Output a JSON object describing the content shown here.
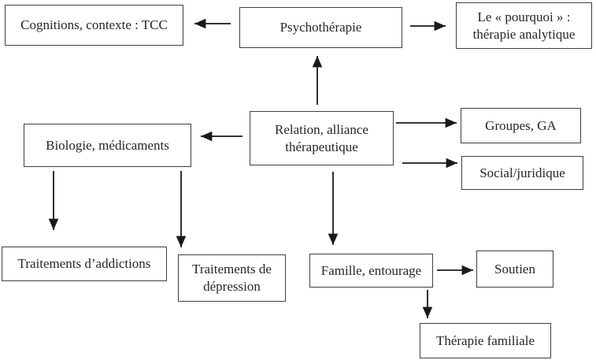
{
  "diagram": {
    "type": "flowchart",
    "language": "fr",
    "colors": {
      "background": "#ffffff",
      "box_border": "#3f3f3f",
      "arrow": "#1a1a1a",
      "text": "#262626"
    },
    "boxes": {
      "psychotherapie": {
        "label": "Psychothérapie"
      },
      "cognitions": {
        "label": "Cognitions, contexte : TCC"
      },
      "pourquoi": {
        "label": "Le « pourquoi » :\nthérapie analytique"
      },
      "relation": {
        "label": "Relation, alliance\nthérapeutique"
      },
      "biologie": {
        "label": "Biologie, médicaments"
      },
      "groupes": {
        "label": "Groupes, GA"
      },
      "social": {
        "label": "Social/juridique"
      },
      "addictions": {
        "label": "Traitements d’addictions"
      },
      "depression": {
        "label": "Traitements de\ndépression"
      },
      "famille": {
        "label": "Famille, entourage"
      },
      "soutien": {
        "label": "Soutien"
      },
      "therapie_familiale": {
        "label": "Thérapie familiale"
      }
    },
    "edges": [
      {
        "from": "psychotherapie",
        "to": "cognitions",
        "direction": "left"
      },
      {
        "from": "psychotherapie",
        "to": "pourquoi",
        "direction": "right"
      },
      {
        "from": "relation",
        "to": "psychotherapie",
        "direction": "up"
      },
      {
        "from": "relation",
        "to": "biologie",
        "direction": "left"
      },
      {
        "from": "relation",
        "to": "groupes",
        "direction": "right"
      },
      {
        "from": "relation",
        "to": "social",
        "direction": "right"
      },
      {
        "from": "relation",
        "to": "famille",
        "direction": "down"
      },
      {
        "from": "biologie",
        "to": "addictions",
        "direction": "down"
      },
      {
        "from": "biologie",
        "to": "depression",
        "direction": "down"
      },
      {
        "from": "famille",
        "to": "soutien",
        "direction": "right"
      },
      {
        "from": "famille",
        "to": "therapie_familiale",
        "direction": "down"
      }
    ]
  }
}
